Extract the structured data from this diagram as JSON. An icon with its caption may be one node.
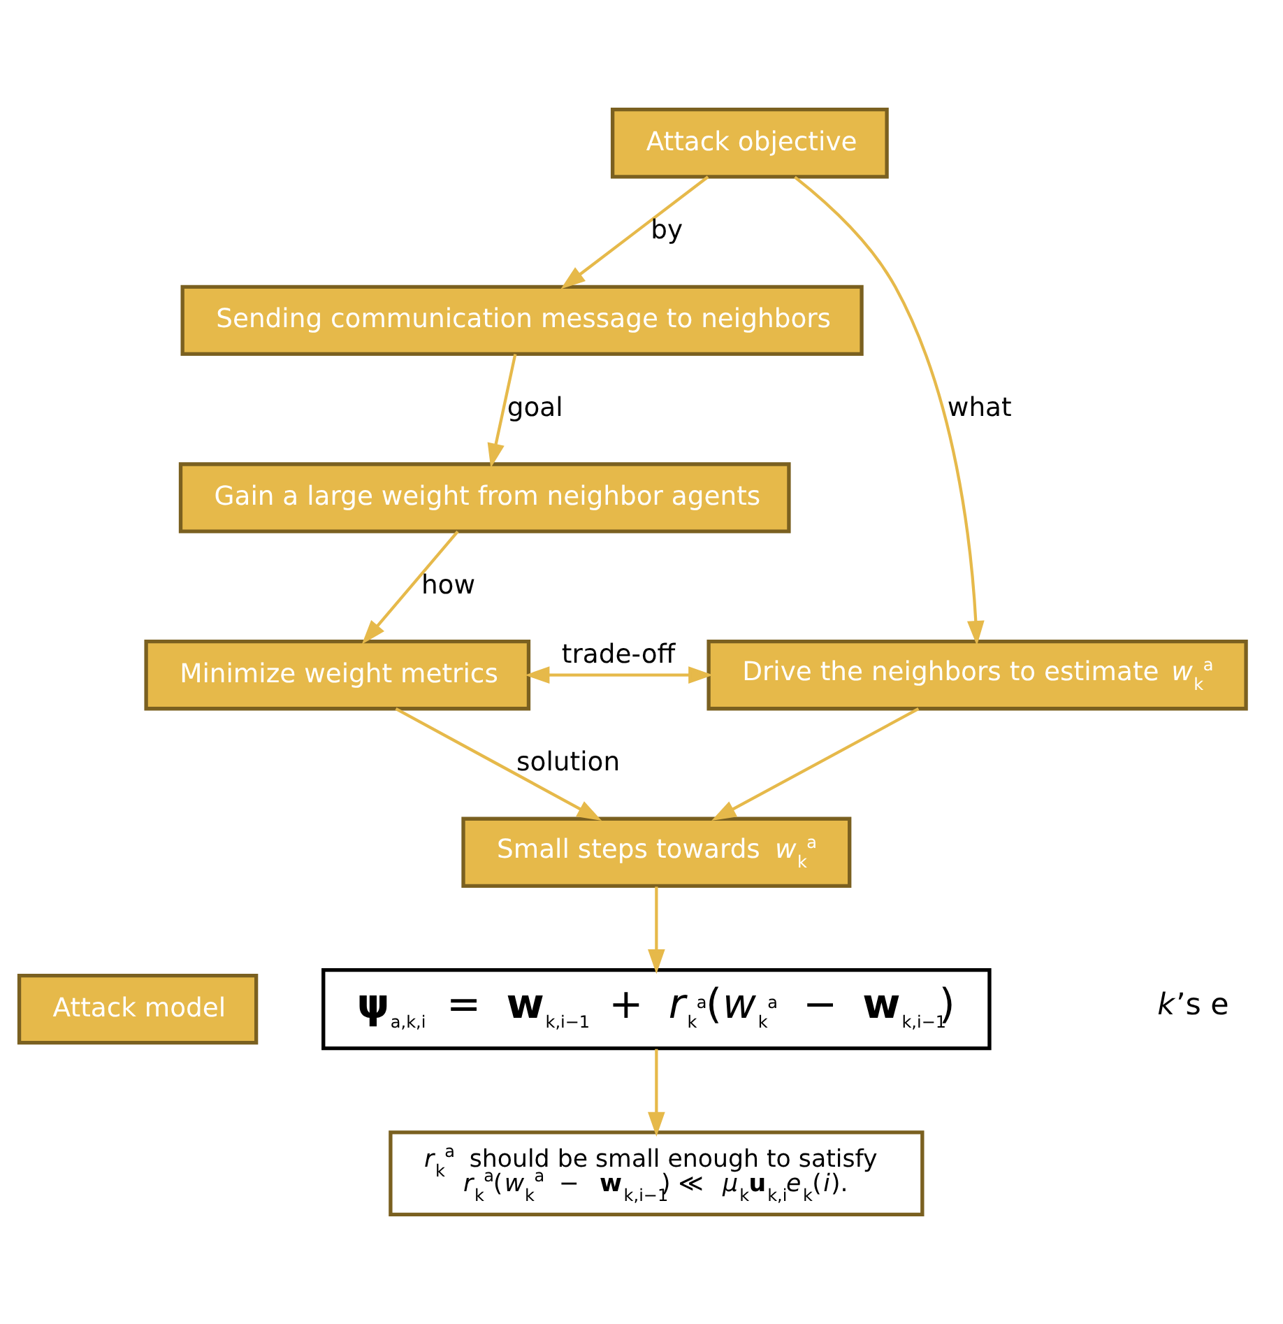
{
  "diagram": {
    "nodes": [
      {
        "text": [
          "Attack objective"
        ]
      },
      {
        "text": [
          "Sending communication message to neighbors"
        ]
      },
      {
        "text": [
          "Gain a large weight from neighbor agents"
        ]
      },
      {
        "text": [
          "Minimize weight metrics"
        ]
      },
      {
        "text": [
          "Drive the neighbors to estimate *w*$_{k}$$^{a}$"
        ]
      },
      {
        "text": [
          "Small steps towards *w*$_{k}$$^{a}$"
        ]
      },
      {
        "text": [
          "Attack model"
        ]
      },
      {
        "text": [
          "**ψ**$_{a,k,i}$ = **w**$_{k,i−1}$ + *r*$_{k}$$^{a}$(*w*$_{k}$$^{a}$ − **w**$_{k,i−1}$)"
        ]
      },
      {
        "text": [
          "*r*$_{k}$$^{a}$ should be small enough to satisfy",
          "*r*$_{k}$$^{a}$(*w*$_{k}$$^{a}$ − **w**$_{k,i−1}$) ≪ *μ*$_{k}$**u**$_{k,i}$*e*$_{k}$(*i*)."
        ]
      }
    ],
    "edges": [
      {
        "from": 0,
        "to": 1,
        "arrow": "to",
        "label": "by"
      },
      {
        "from": 0,
        "to": 4,
        "arrow": "to",
        "label": "what"
      },
      {
        "from": 1,
        "to": 2,
        "arrow": "to",
        "label": "goal"
      },
      {
        "from": 2,
        "to": 3,
        "arrow": "to",
        "label": "how"
      },
      {
        "from": 3,
        "to": 4,
        "arrow": "both",
        "label": "trade-off"
      },
      {
        "from": 3,
        "to": 5,
        "arrow": "to",
        "label": "solution"
      },
      {
        "from": 4,
        "to": 5,
        "arrow": "to"
      },
      {
        "from": 5,
        "to": 7,
        "arrow": "to"
      },
      {
        "from": 7,
        "to": 8,
        "arrow": "to"
      }
    ],
    "labels": [
      "*k*’s e"
    ]
  }
}
